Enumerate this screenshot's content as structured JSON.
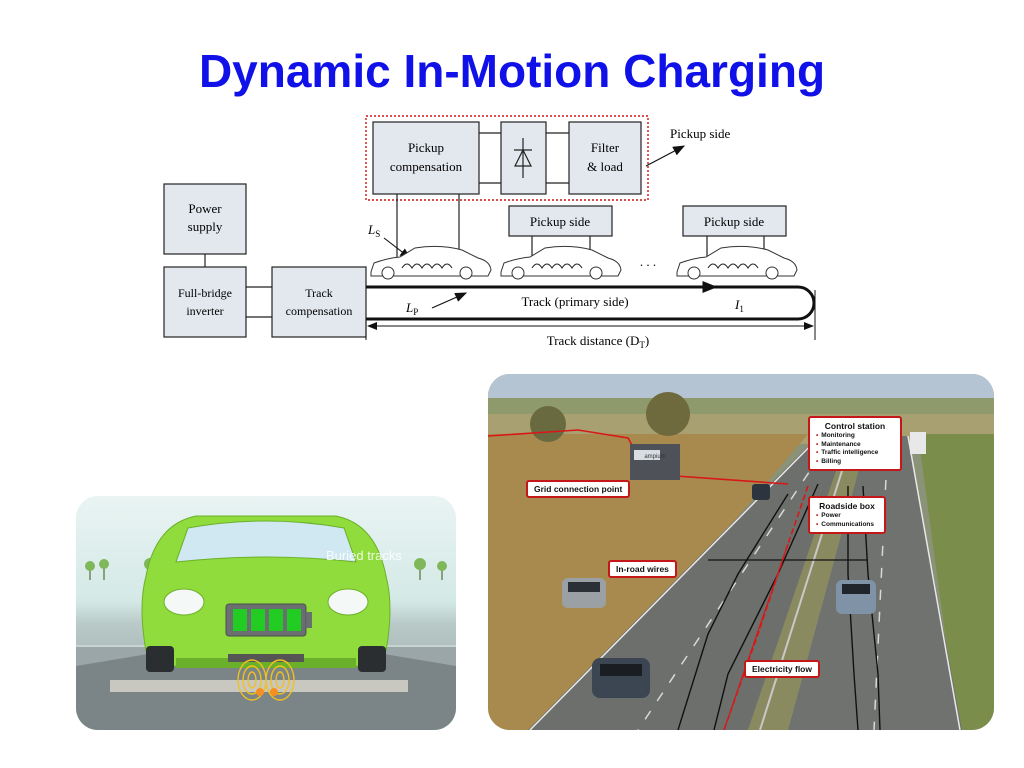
{
  "slide": {
    "title": "Dynamic In-Motion Charging"
  },
  "diagram": {
    "power_supply": [
      "Power",
      "supply"
    ],
    "full_bridge_inverter": [
      "Full-bridge",
      "inverter"
    ],
    "track_compensation": [
      "Track",
      "compensation"
    ],
    "pickup_compensation": [
      "Pickup",
      "compensation"
    ],
    "filter_load": [
      "Filter",
      "& load"
    ],
    "pickup_side_callout": "Pickup side",
    "pickup_side_box_1": "Pickup side",
    "pickup_side_box_2": "Pickup side",
    "ls_label": "L",
    "ls_sub": "S",
    "lp_label": "L",
    "lp_sub": "P",
    "track_label": "Track (primary side)",
    "i1_label": "I",
    "i1_sub": "1",
    "ellipsis": ". . .",
    "track_distance_label": "Track distance (D",
    "track_distance_sub": "T",
    "track_distance_close": ")"
  },
  "left_photo": {
    "overlay_text": "Buried tracks",
    "colors": {
      "car_body": "#8fdc3c",
      "battery_cell": "#22cc22",
      "coil": "#f2c020"
    }
  },
  "right_photo": {
    "sign_text": "ampium",
    "callouts": {
      "control_station": {
        "title": "Control station",
        "items": [
          "Monitoring",
          "Maintenance",
          "Traffic intelligence",
          "Billing"
        ]
      },
      "roadside_box": {
        "title": "Roadside box",
        "items": [
          "Power",
          "Communications"
        ]
      },
      "grid_connection": "Grid connection point",
      "in_road_wires": "In-road wires",
      "electricity_flow": "Electricity flow"
    },
    "colors": {
      "callout_border": "#c41818",
      "flow_line": "#d81818"
    }
  }
}
